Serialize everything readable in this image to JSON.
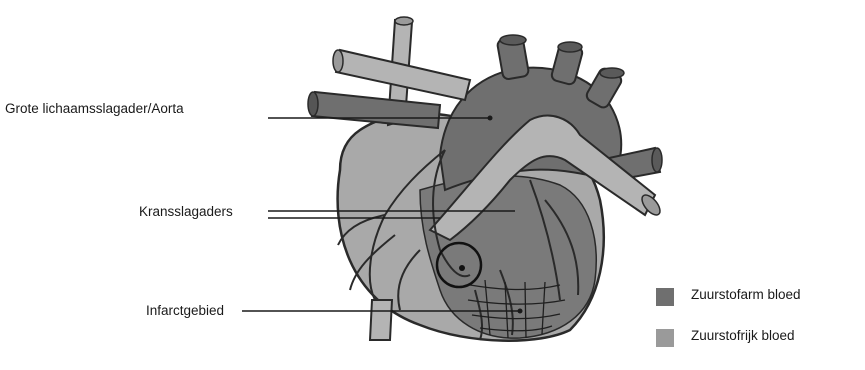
{
  "labels": {
    "aorta": "Grote lichaamsslagader/Aorta",
    "coronary": "Kransslagaders",
    "infarct": "Infarctgebied"
  },
  "legend": [
    {
      "label": "Zuurstofarm bloed",
      "color": "#6f6f6f"
    },
    {
      "label": "Zuurstofrijk bloed",
      "color": "#9a9a9a"
    }
  ],
  "colors": {
    "dark_tissue": "#6f6f6f",
    "light_tissue": "#a9a9a9",
    "vessel_light": "#b4b4b4",
    "outline": "#2a2a2a"
  }
}
